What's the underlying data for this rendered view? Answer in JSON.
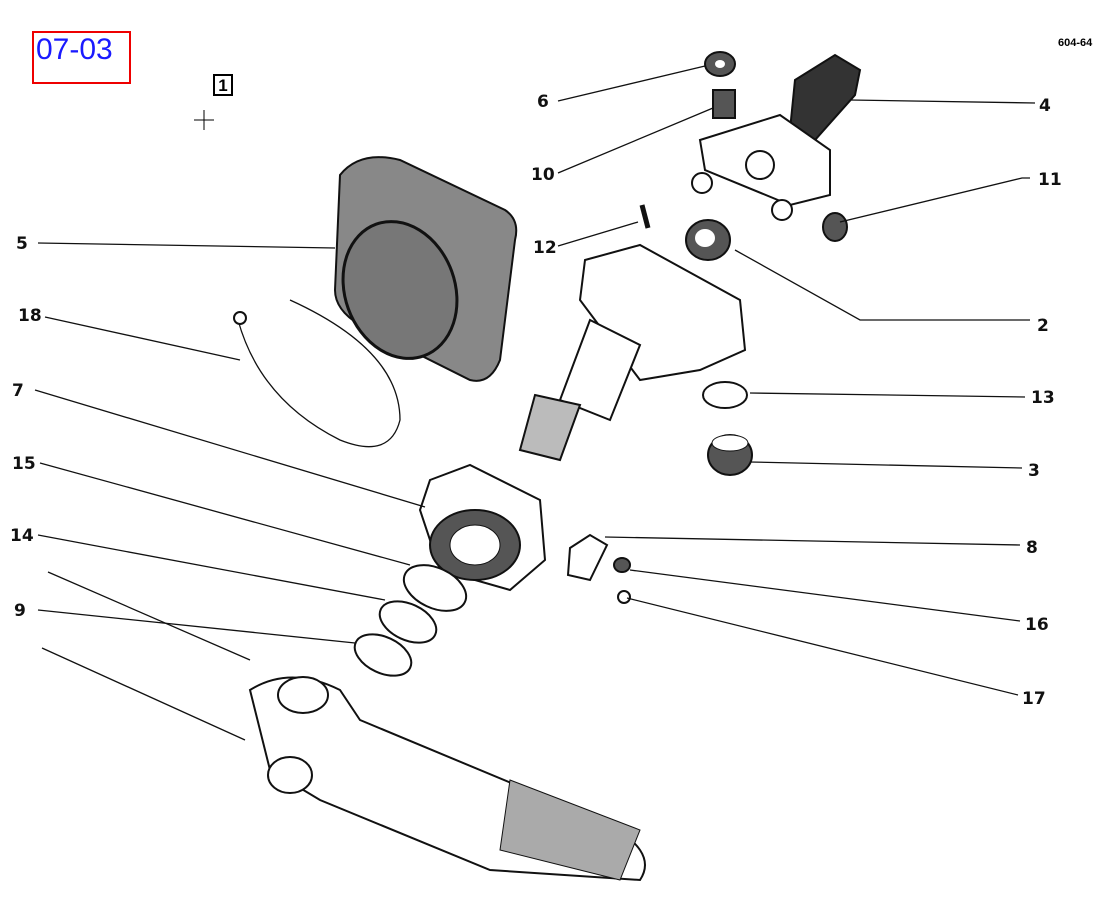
{
  "page_code": "07-03",
  "reference_box": "1",
  "drawing_id": "604-64",
  "callouts": {
    "c1": "1",
    "c2": "2",
    "c3": "3",
    "c4": "4",
    "c5": "5",
    "c6": "6",
    "c7": "7",
    "c8": "8",
    "c9": "9",
    "c10": "10",
    "c11": "11",
    "c12": "12",
    "c13": "13",
    "c14": "14",
    "c15": "15",
    "c16": "16",
    "c17": "17",
    "c18": "18"
  }
}
